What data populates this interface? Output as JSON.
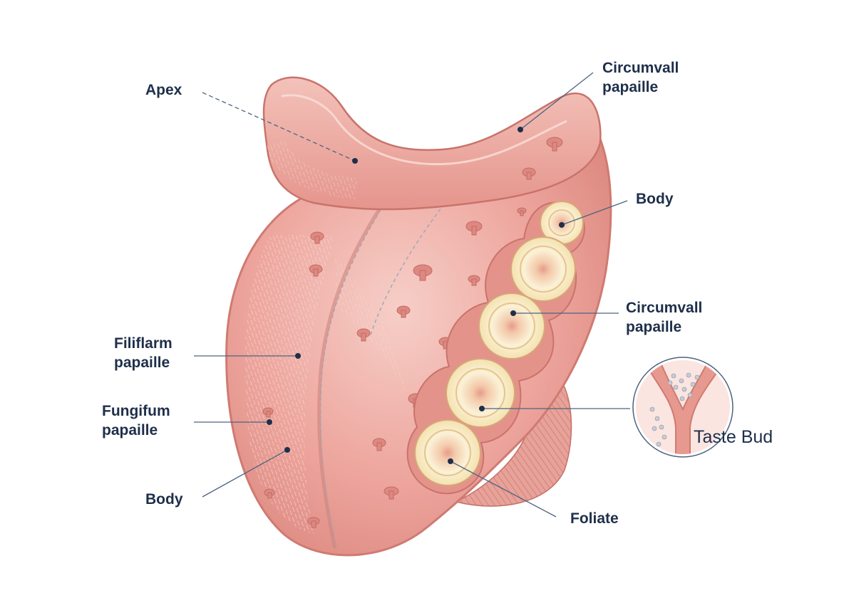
{
  "labels": {
    "apex": "Apex",
    "circumvall_top_1": "Circumvall",
    "circumvall_top_2": "papaille",
    "body_top": "Body",
    "circumvall_mid_1": "Circumvall",
    "circumvall_mid_2": "papaille",
    "filiform_1": "Filiflarm",
    "filiform_2": "papaille",
    "fungiform_1": "Fungifum",
    "fungiform_2": "papaille",
    "body_bottom": "Body",
    "foliate": "Foliate",
    "taste_bud": "Taste Bud"
  },
  "colors": {
    "tongue": "#eaa39b",
    "tongue_light": "#f4c4bc",
    "tongue_dark": "#d8827a",
    "papilla_ring": "#f7e6b8",
    "papilla_center": "#e9a797",
    "label_text": "#1e2f4a",
    "leader_line": "#4d6480"
  }
}
